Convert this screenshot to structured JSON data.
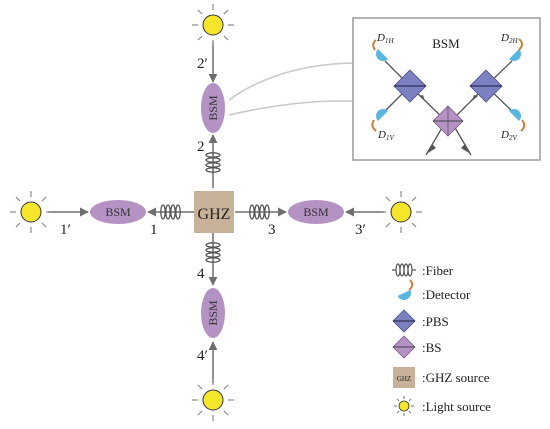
{
  "source": {
    "label": "GHZ"
  },
  "bsm_label": "BSM",
  "fiber_labels": {
    "n1": "1",
    "n2": "2",
    "n3": "3",
    "n4": "4"
  },
  "light_labels": {
    "n1p": "1′",
    "n2p": "2′",
    "n3p": "3′",
    "n4p": "4′"
  },
  "inset": {
    "title": "BSM",
    "detectors": {
      "d1h": {
        "base": "D",
        "sub": "1H"
      },
      "d1v": {
        "base": "D",
        "sub": "1V"
      },
      "d2h": {
        "base": "D",
        "sub": "2H"
      },
      "d2v": {
        "base": "D",
        "sub": "2V"
      }
    }
  },
  "legend": {
    "fiber": ":Fiber",
    "detector": ":Detector",
    "pbs": ":PBS",
    "bs": ":BS",
    "ghz_icon_text": "GHZ",
    "ghz": ":GHZ source",
    "light": ":Light source"
  },
  "colors": {
    "bsm_fill": "#b592c4",
    "ghz_fill": "#c7b299",
    "pbs_fill": "#7b80c0",
    "bs_fill": "#b592c4",
    "detector_fill": "#5ab5e0",
    "detector_lead": "#c9833a",
    "sun_fill": "#f5e62a",
    "line": "#6e6e6e"
  },
  "icons": [
    "fiber-coil-icon",
    "detector-icon",
    "pbs-icon",
    "bs-icon",
    "ghz-source-icon",
    "light-source-icon",
    "arrow-icon"
  ]
}
